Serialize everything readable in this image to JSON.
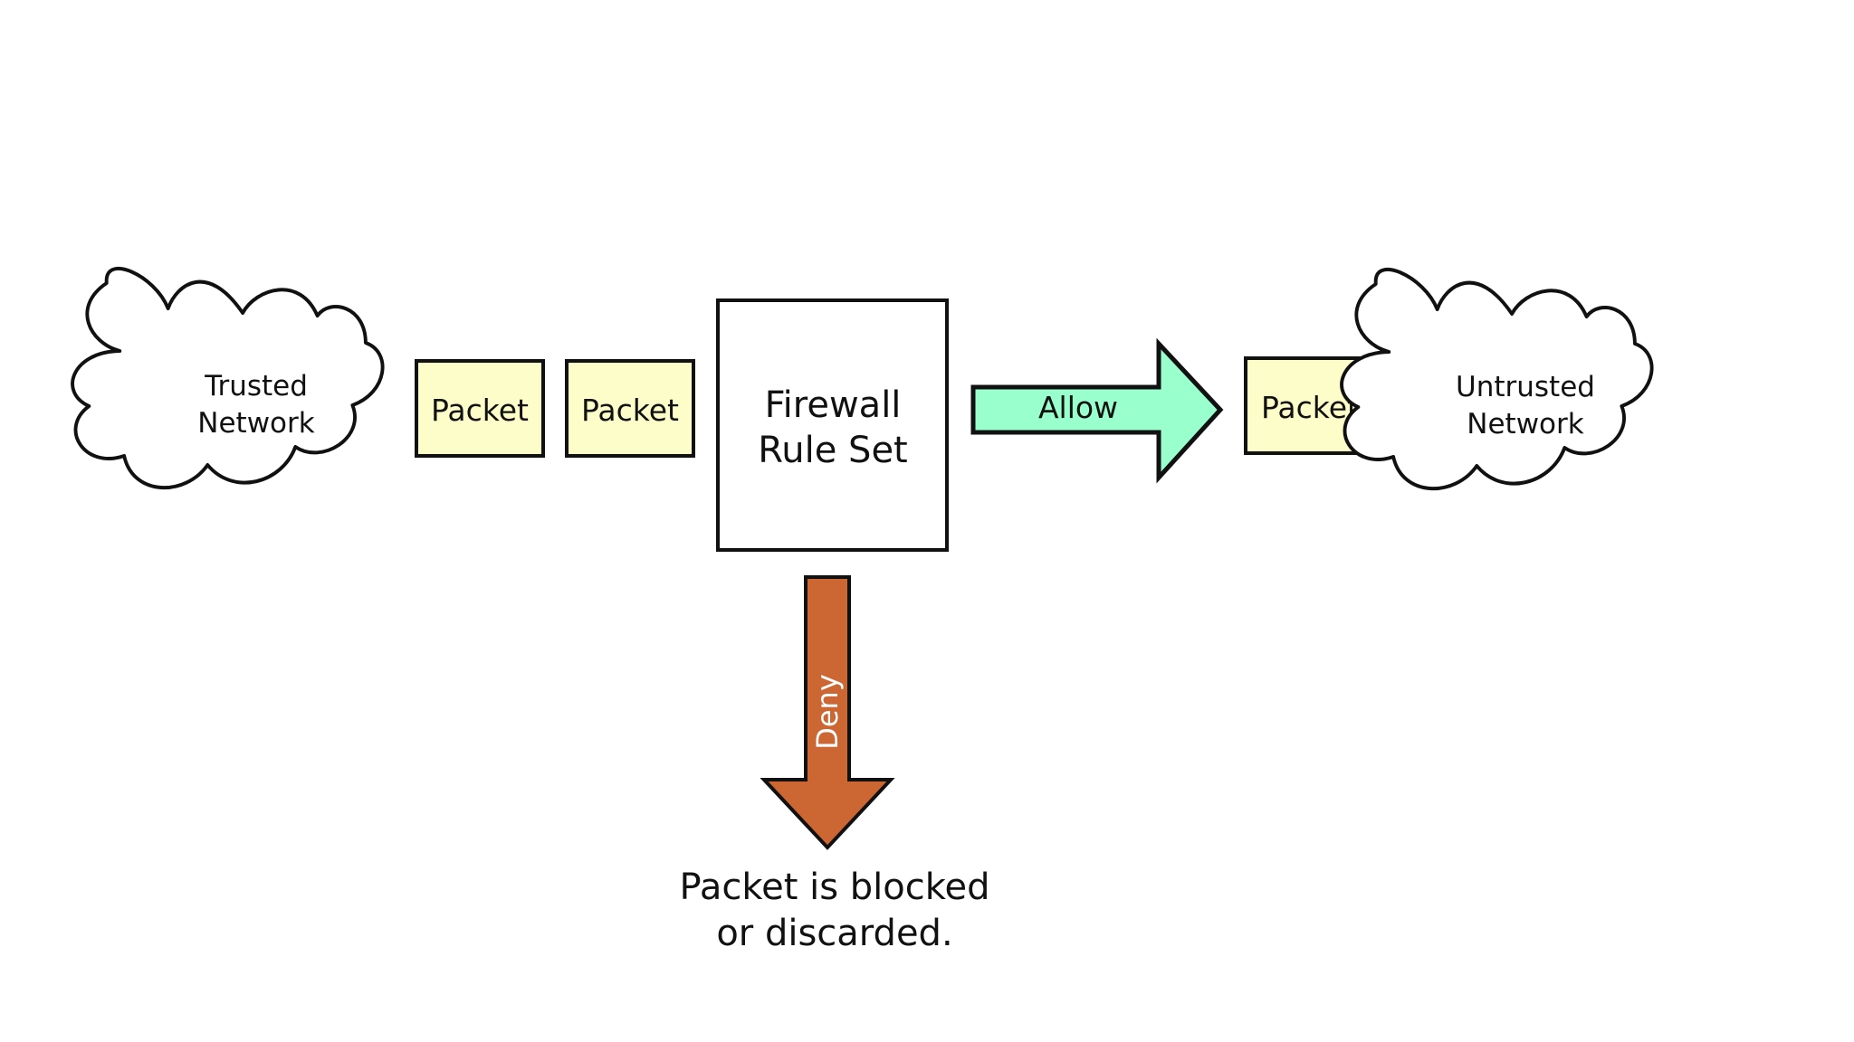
{
  "trusted_network": {
    "line1": "Trusted",
    "line2": "Network"
  },
  "untrusted_network": {
    "line1": "Untrusted",
    "line2": "Network"
  },
  "packets": {
    "inbound_1": "Packet",
    "inbound_2": "Packet",
    "outbound": "Packet"
  },
  "firewall": {
    "line1": "Firewall",
    "line2": "Rule Set"
  },
  "allow": {
    "label": "Allow",
    "color": "#99ffcc"
  },
  "deny": {
    "label": "Deny",
    "color": "#cc6633"
  },
  "outcome": {
    "line1": "Packet is blocked",
    "line2": "or discarded."
  },
  "colors": {
    "packet_fill": "#fdfdc9",
    "outline": "#111111",
    "background": "#ffffff"
  }
}
